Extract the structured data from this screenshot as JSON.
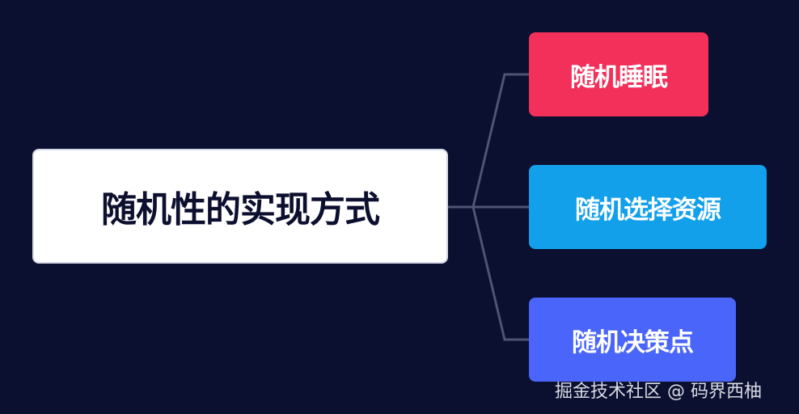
{
  "diagram": {
    "type": "mindmap",
    "root": {
      "label": "随机性的实现方式",
      "bg": "#ffffff",
      "text_color": "#0c0f2e"
    },
    "children": [
      {
        "label": "随机睡眠",
        "bg": "#f2305a"
      },
      {
        "label": "随机选择资源",
        "bg": "#12a0ea"
      },
      {
        "label": "随机决策点",
        "bg": "#4a66fa"
      }
    ],
    "link_color": "#4e5472",
    "background": "#0b0f30"
  },
  "watermark": "掘金技术社区 @ 码界西柚"
}
